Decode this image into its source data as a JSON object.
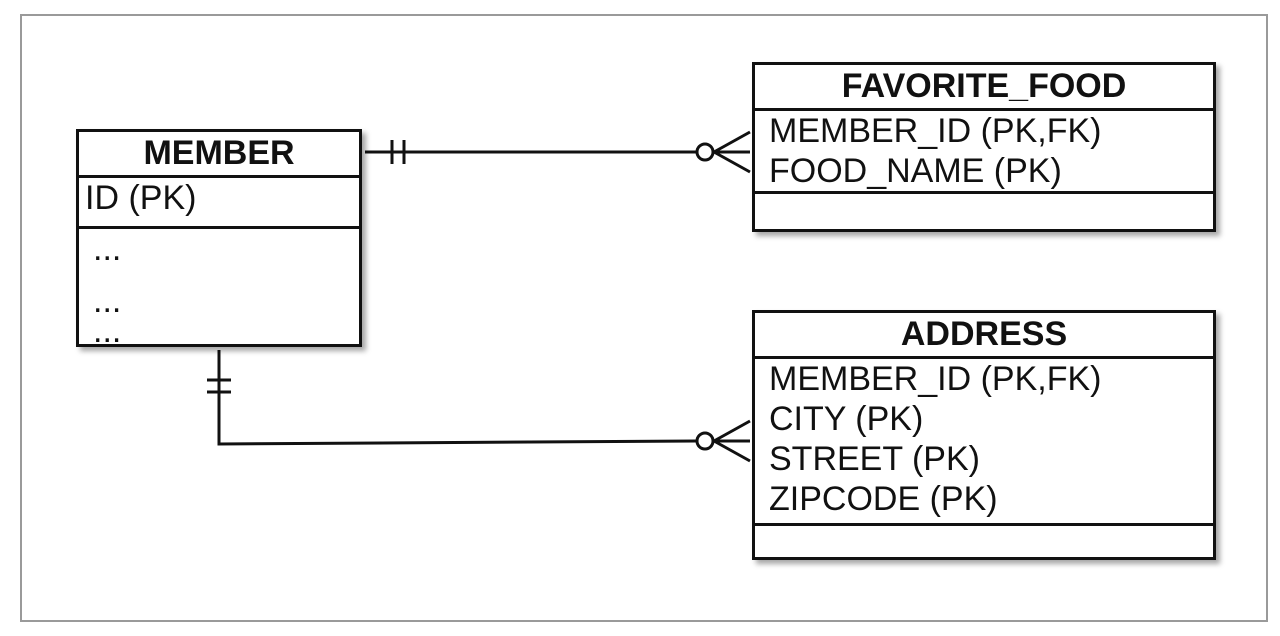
{
  "entities": {
    "member": {
      "name": "MEMBER",
      "keys": [
        "ID (PK)"
      ],
      "attributes": [
        "...",
        "...",
        "..."
      ]
    },
    "favorite_food": {
      "name": "FAVORITE_FOOD",
      "keys": [
        "MEMBER_ID (PK,FK)",
        "FOOD_NAME (PK)"
      ]
    },
    "address": {
      "name": "ADDRESS",
      "keys": [
        "MEMBER_ID (PK,FK)",
        "CITY (PK)",
        "STREET (PK)",
        "ZIPCODE (PK)"
      ]
    }
  },
  "relationships": [
    {
      "from": "MEMBER",
      "to": "FAVORITE_FOOD",
      "from_cardinality": "one-and-only-one",
      "to_cardinality": "zero-or-many"
    },
    {
      "from": "MEMBER",
      "to": "ADDRESS",
      "from_cardinality": "one-and-only-one",
      "to_cardinality": "zero-or-many"
    }
  ],
  "colors": {
    "line": "#111111",
    "frame": "#9a9a9a",
    "background": "#ffffff"
  }
}
